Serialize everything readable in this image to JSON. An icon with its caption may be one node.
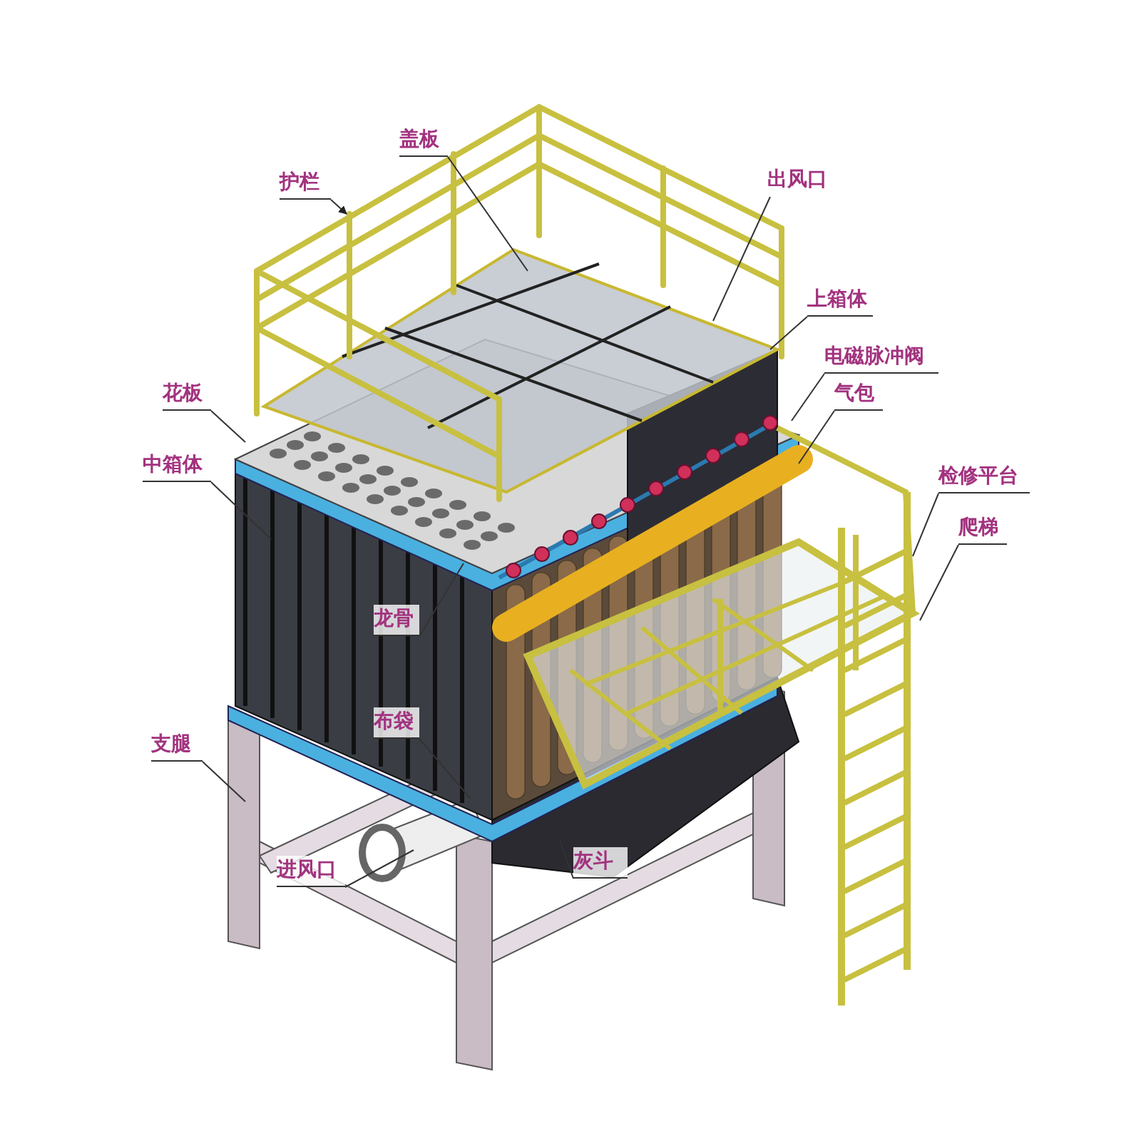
{
  "diagram": {
    "nodes": [
      {
        "text": [
          "护栏"
        ]
      },
      {
        "text": [
          "盖板"
        ]
      },
      {
        "text": [
          "出风口"
        ]
      },
      {
        "text": [
          "上箱体"
        ]
      },
      {
        "text": [
          "电磁脉冲阀"
        ]
      },
      {
        "text": [
          "气包"
        ]
      },
      {
        "text": [
          "检修平台"
        ]
      },
      {
        "text": [
          "爬梯"
        ]
      },
      {
        "text": [
          "花板"
        ]
      },
      {
        "text": [
          "中箱体"
        ]
      },
      {
        "text": [
          "龙骨"
        ]
      },
      {
        "text": [
          "布袋"
        ]
      },
      {
        "text": [
          "支腿"
        ]
      },
      {
        "text": [
          "进风口"
        ]
      },
      {
        "text": [
          "灰斗"
        ]
      }
    ],
    "edges": [
      {
        "from": 0,
        "to": null,
        "arrow": "to"
      },
      {
        "from": 1,
        "to": null,
        "arrow": "none"
      },
      {
        "from": 2,
        "to": null,
        "arrow": "none"
      },
      {
        "from": 3,
        "to": null,
        "arrow": "none"
      },
      {
        "from": 4,
        "to": null,
        "arrow": "none"
      },
      {
        "from": 5,
        "to": null,
        "arrow": "none"
      },
      {
        "from": 6,
        "to": null,
        "arrow": "none"
      },
      {
        "from": 7,
        "to": null,
        "arrow": "none"
      },
      {
        "from": 8,
        "to": null,
        "arrow": "none"
      },
      {
        "from": 9,
        "to": null,
        "arrow": "none"
      },
      {
        "from": 10,
        "to": null,
        "arrow": "none"
      },
      {
        "from": 11,
        "to": null,
        "arrow": "none"
      },
      {
        "from": 12,
        "to": null,
        "arrow": "none"
      },
      {
        "from": 13,
        "to": null,
        "arrow": "none"
      },
      {
        "from": 14,
        "to": null,
        "arrow": "none"
      }
    ]
  }
}
